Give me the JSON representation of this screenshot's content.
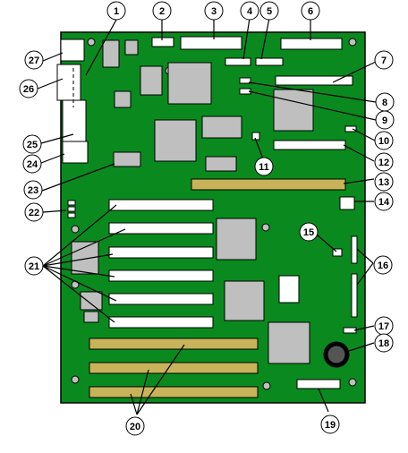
{
  "diagram": {
    "colors": {
      "board": "#0a8a1e",
      "chip": "#bfbfbf",
      "connector": "#ffffff",
      "slot": "#c9b35a",
      "outline": "#000000"
    },
    "callouts": [
      "1",
      "2",
      "3",
      "4",
      "5",
      "6",
      "7",
      "8",
      "9",
      "10",
      "11",
      "12",
      "13",
      "14",
      "15",
      "16",
      "17",
      "18",
      "19",
      "20",
      "21",
      "22",
      "23",
      "24",
      "25",
      "26",
      "27"
    ]
  }
}
